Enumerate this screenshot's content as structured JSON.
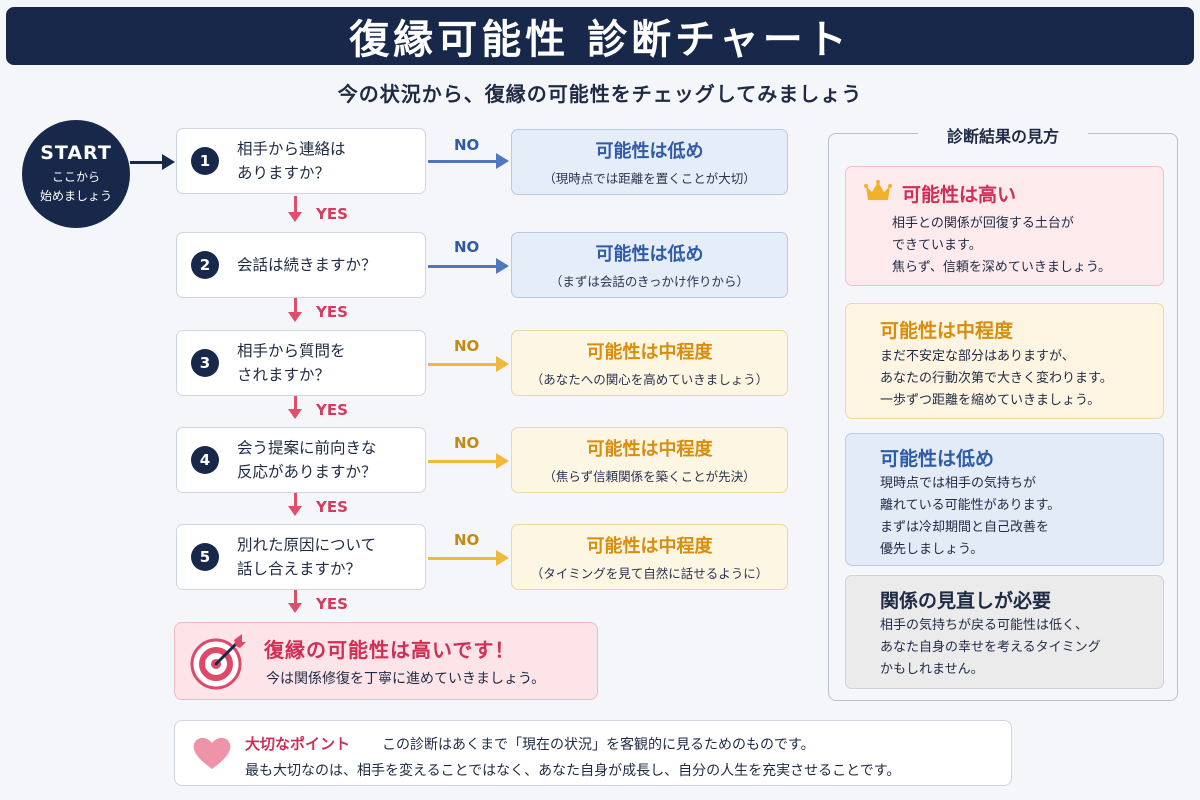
{
  "header": {
    "title": "復縁可能性 診断チャート",
    "subtitle": "今の状況から、復縁の可能性をチェッグしてみましょう"
  },
  "start": {
    "label": "START",
    "line1": "ここから",
    "line2": "始めましょう"
  },
  "questions": [
    {
      "num": "1",
      "line1": "相手から連絡は",
      "line2": "ありますか？"
    },
    {
      "num": "2",
      "line1": "会話は続きますか？",
      "line2": ""
    },
    {
      "num": "3",
      "line1": "相手から質問を",
      "line2": "されますか？"
    },
    {
      "num": "4",
      "line1": "会う提案に前向きな",
      "line2": "反応がありますか？"
    },
    {
      "num": "5",
      "line1": "別れた原因について",
      "line2": "話し合えますか？"
    }
  ],
  "labels": {
    "yes": "YES",
    "no": "NO"
  },
  "results": [
    {
      "title": "可能性は低め",
      "sub": "（現時点では距離を置くことが大切）"
    },
    {
      "title": "可能性は低め",
      "sub": "（まずは会話のきっかけ作りから）"
    },
    {
      "title": "可能性は中程度",
      "sub": "（あなたへの関心を高めていきましょう）"
    },
    {
      "title": "可能性は中程度",
      "sub": "（焦らず信頼関係を築くことが先決）"
    },
    {
      "title": "可能性は中程度",
      "sub": "（タイミングを見て自然に話せるように）"
    }
  ],
  "final": {
    "title": "復縁の可能性は高いです！",
    "desc": "今は関係修復を丁寧に進めていきましょう。"
  },
  "legend": {
    "title": "診断結果の見方",
    "high": {
      "title": "可能性は高い",
      "lines": [
        "相手との関係が回復する土台が",
        "できています。",
        "焦らず、信頼を深めていきましょう。"
      ]
    },
    "mid": {
      "title": "可能性は中程度",
      "lines": [
        "まだ不安定な部分はありますが、",
        "あなたの行動次第で大きく変わります。",
        "一歩ずつ距離を縮めていきましょう。"
      ]
    },
    "low": {
      "title": "可能性は低め",
      "lines": [
        "現時点では相手の気持ちが",
        "離れている可能性があります。",
        "まずは冷却期間と自己改善を",
        "優先しましょう。"
      ]
    },
    "review": {
      "title": "関係の見直しが必要",
      "lines": [
        "相手の気持ちが戻る可能性は低く、",
        "あなた自身の幸せを考えるタイミング",
        "かもしれません。"
      ]
    }
  },
  "note": {
    "label": "大切なポイント",
    "line1": "この診断はあくまで「現在の状況」を客観的に見るためのものです。",
    "line2": "最も大切なのは、相手を変えることではなく、あなた自身が成長し、自分の人生を充実させることです。"
  },
  "colors": {
    "navy": "#17284a",
    "yes_arrow": "#de4f6c",
    "no_arrow_low": "#4f77bd",
    "no_arrow_mid": "#f0b93a",
    "high": "#d12d55",
    "mid": "#d98d0d",
    "low": "#2f5ba8"
  },
  "icons": {
    "start_arrow": "arrow-right-icon",
    "final": "target-dart-icon",
    "legend_high": "crown-icon",
    "note": "heart-icon"
  }
}
